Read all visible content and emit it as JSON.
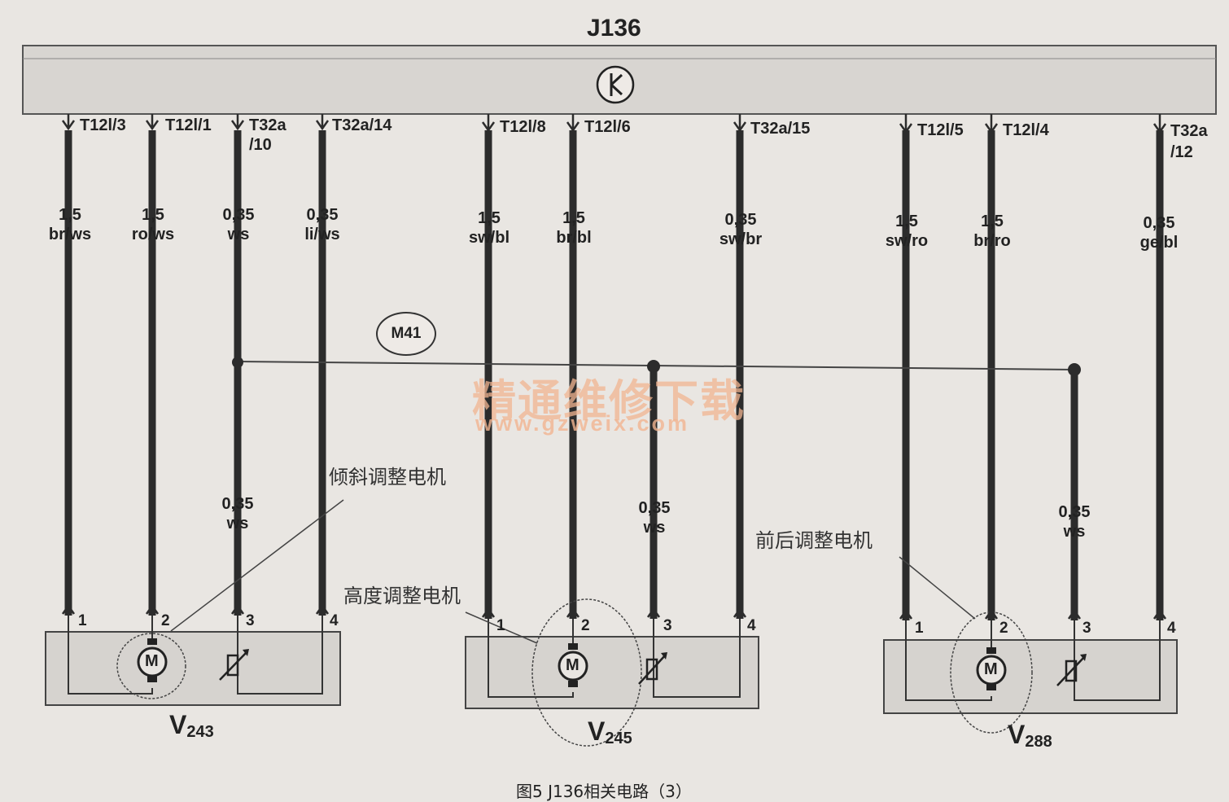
{
  "bus": {
    "name": "J136"
  },
  "pins": [
    {
      "top": "T12l/3"
    },
    {
      "top": "T12l/1"
    },
    {
      "top": "T32a",
      "top2": "/10"
    },
    {
      "top": "T32a/14"
    },
    {
      "top": "T12l/8"
    },
    {
      "top": "T12l/6"
    },
    {
      "top": "T32a/15"
    },
    {
      "top": "T12l/5"
    },
    {
      "top": "T12l/4"
    },
    {
      "top": "T32a",
      "top2": "/12"
    }
  ],
  "wires": [
    {
      "size": "1,5",
      "color": "br/ws"
    },
    {
      "size": "1,5",
      "color": "ro/ws"
    },
    {
      "size": "0,35",
      "color": "ws"
    },
    {
      "size": "0,35",
      "color": "li/ws"
    },
    {
      "size": "1,5",
      "color": "sw/bl"
    },
    {
      "size": "1,5",
      "color": "br/bl"
    },
    {
      "size": "0,35",
      "color": "sw/br"
    },
    {
      "size": "1,5",
      "color": "sw/ro"
    },
    {
      "size": "1,5",
      "color": "br/ro"
    },
    {
      "size": "0,35",
      "color": "ge/bl"
    }
  ],
  "ground": {
    "label": "M41"
  },
  "branch_wires": [
    {
      "size": "0,35",
      "color": "ws"
    },
    {
      "size": "0,35",
      "color": "ws"
    },
    {
      "size": "0,35",
      "color": "ws"
    }
  ],
  "components": [
    {
      "name": "V",
      "sub": "243",
      "pins": [
        "1",
        "2",
        "3",
        "4"
      ],
      "motor": "M",
      "note": "倾斜调整电机"
    },
    {
      "name": "V",
      "sub": "245",
      "pins": [
        "1",
        "2",
        "3",
        "4"
      ],
      "motor": "M",
      "note": "高度调整电机"
    },
    {
      "name": "V",
      "sub": "288",
      "pins": [
        "1",
        "2",
        "3",
        "4"
      ],
      "motor": "M",
      "note": "前后调整电机"
    }
  ],
  "watermark": {
    "cn": "精通维修下载",
    "url": "www.gzweix.com"
  },
  "caption": "图5   J136相关电路（3）"
}
